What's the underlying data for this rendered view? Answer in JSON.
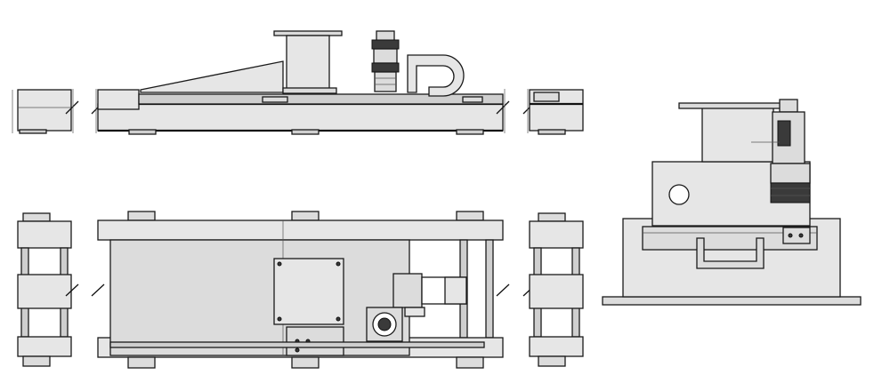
{
  "figure": {
    "views": [
      "side-elevation-view",
      "top-plan-view",
      "end-elevation-view"
    ],
    "colors": {
      "line": "#1a1a1a",
      "fill": "#dcdcdc",
      "fill_light": "#e6e6e6",
      "background": "#ffffff"
    }
  }
}
